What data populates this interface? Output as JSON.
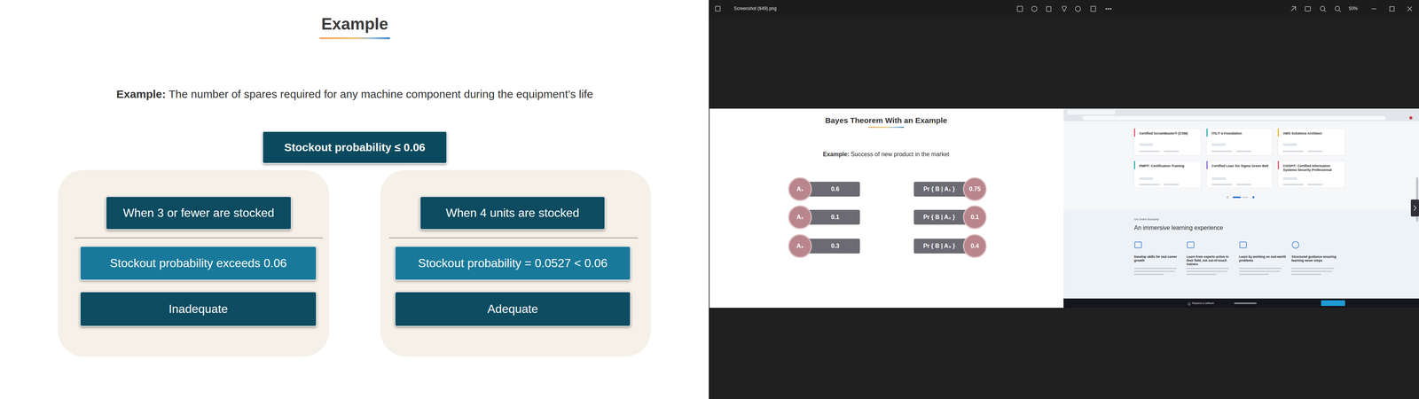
{
  "diagram": {
    "title": "Example",
    "nodes": [
      {
        "text": [
          "Stockout probability ≤ 0.06"
        ]
      },
      {
        "text": []
      },
      {
        "text": [
          "When 3 or fewer are stocked"
        ],
        "in": 1
      },
      {
        "text": [
          "Stockout probability exceeds 0.06"
        ],
        "in": 1
      },
      {
        "text": [
          "Inadequate"
        ],
        "in": 1
      },
      {
        "text": []
      },
      {
        "text": [
          "When 4 units are stocked"
        ],
        "in": 5
      },
      {
        "text": [
          "Stockout probability = 0.0527 < 0.06"
        ],
        "in": 5
      },
      {
        "text": [
          "Adequate"
        ],
        "in": 5
      },
      {
        "text": [
          "A₁"
        ]
      },
      {
        "text": [
          "0.6"
        ]
      },
      {
        "text": [
          "Pr { B | A₁ }"
        ]
      },
      {
        "text": [
          "0.75"
        ]
      },
      {
        "text": [
          "A₂"
        ]
      },
      {
        "text": [
          "0.1"
        ]
      },
      {
        "text": [
          "Pr { B | A₂ }"
        ]
      },
      {
        "text": [
          "0.1"
        ]
      },
      {
        "text": [
          "A₃"
        ]
      },
      {
        "text": [
          "0.3"
        ]
      },
      {
        "text": [
          "Pr { B | A₃ }"
        ]
      },
      {
        "text": [
          "0.4"
        ]
      },
      {
        "text": [
          "Certified ScrumMaster® (CSM)"
        ]
      },
      {
        "text": [
          "ITIL® 4 Foundation"
        ]
      },
      {
        "text": [
          "AWS Solutions Architect"
        ]
      },
      {
        "text": [
          "PMP®: Certification Training"
        ]
      },
      {
        "text": [
          "Certified Lean Six Sigma Green Belt"
        ]
      },
      {
        "text": [
          "CISSP®: Certified Information Systems Security Professional"
        ]
      }
    ],
    "labels": [
      "Example:",
      "The number of spares required for any machine component during the equipment’s life",
      "Screenshot (649).png",
      "50%",
      "Bayes Theorem With an Example",
      "Example:",
      "Success of new product in the market",
      "Our Online Bootcamp",
      "An immersive learning experience",
      "Develop skills for real career growth",
      "Learn from experts active in their field, not out-of-touch trainers",
      "Learn by working on real-world problems",
      "Structured guidance ensuring learning never stops",
      "Request a callback"
    ]
  }
}
